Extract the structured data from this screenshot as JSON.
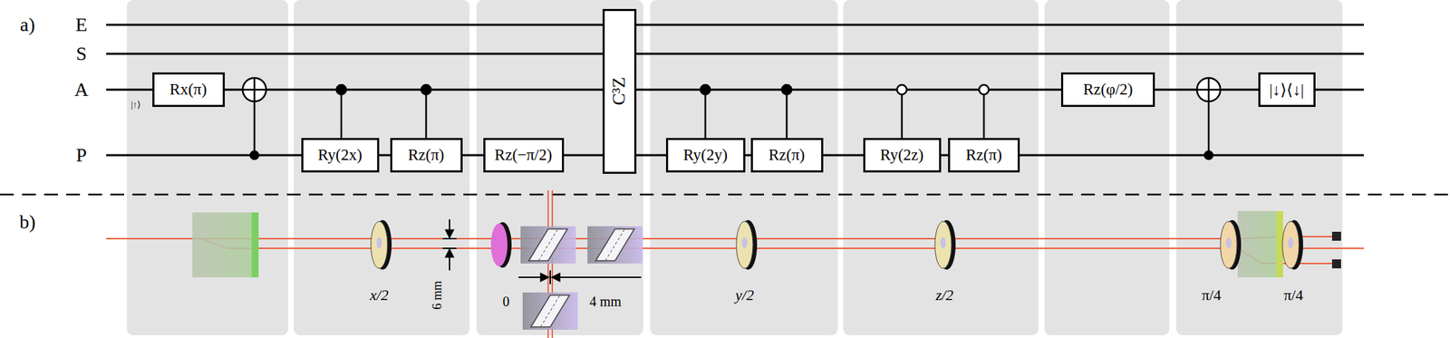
{
  "diagram": {
    "nodes": [
      {
        "text": [
          "Rx(π)"
        ]
      },
      {
        "text": [
          "Ry(2x)"
        ]
      },
      {
        "text": [
          "Rz(π)"
        ]
      },
      {
        "text": [
          "Rz(−π/2)"
        ]
      },
      {
        "text": [
          "C³Z"
        ]
      },
      {
        "text": [
          "Ry(2y)"
        ]
      },
      {
        "text": [
          "Rz(π)"
        ]
      },
      {
        "text": [
          "Ry(2z)"
        ]
      },
      {
        "text": [
          "Rz(π)"
        ]
      },
      {
        "text": [
          "Rz(φ/2)"
        ]
      },
      {
        "text": [
          "|↓⟩⟨↓|"
        ]
      }
    ],
    "labels": [
      "a)",
      "E",
      "S",
      "A",
      "P",
      "|↑⟩",
      "b)",
      "x/2",
      "6 mm",
      "0",
      "4 mm",
      "y/2",
      "z/2",
      "π/4",
      "π/4"
    ]
  }
}
